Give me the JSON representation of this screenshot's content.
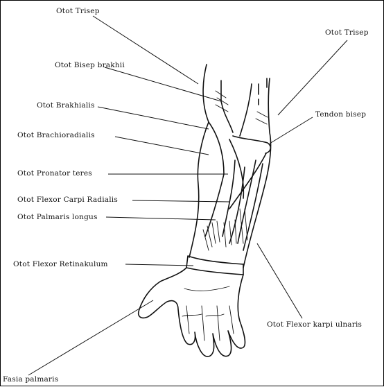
{
  "labels": {
    "trisep_top": "Otot Trisep",
    "trisep_right": "Otot Trisep",
    "bisep_brakhii": "Otot Bisep brakhii",
    "brakhialis": "Otot Brakhialis",
    "tendon_bisep": "Tendon bisep",
    "brachioradialis": "Otot Brachioradialis",
    "pronator_teres": "Otot Pronator teres",
    "flexor_carpi_radialis": "Otot Flexor Carpi Radialis",
    "palmaris_longus": "Otot Palmaris longus",
    "flexor_retinakulum": "Otot Flexor Retinakulum",
    "flexor_karpi_ulnaris": "Otot Flexor karpi ulnaris",
    "fasia_palmaris": "Fasia palmaris"
  },
  "colors": {
    "ink": "#111111",
    "background": "#ffffff"
  }
}
